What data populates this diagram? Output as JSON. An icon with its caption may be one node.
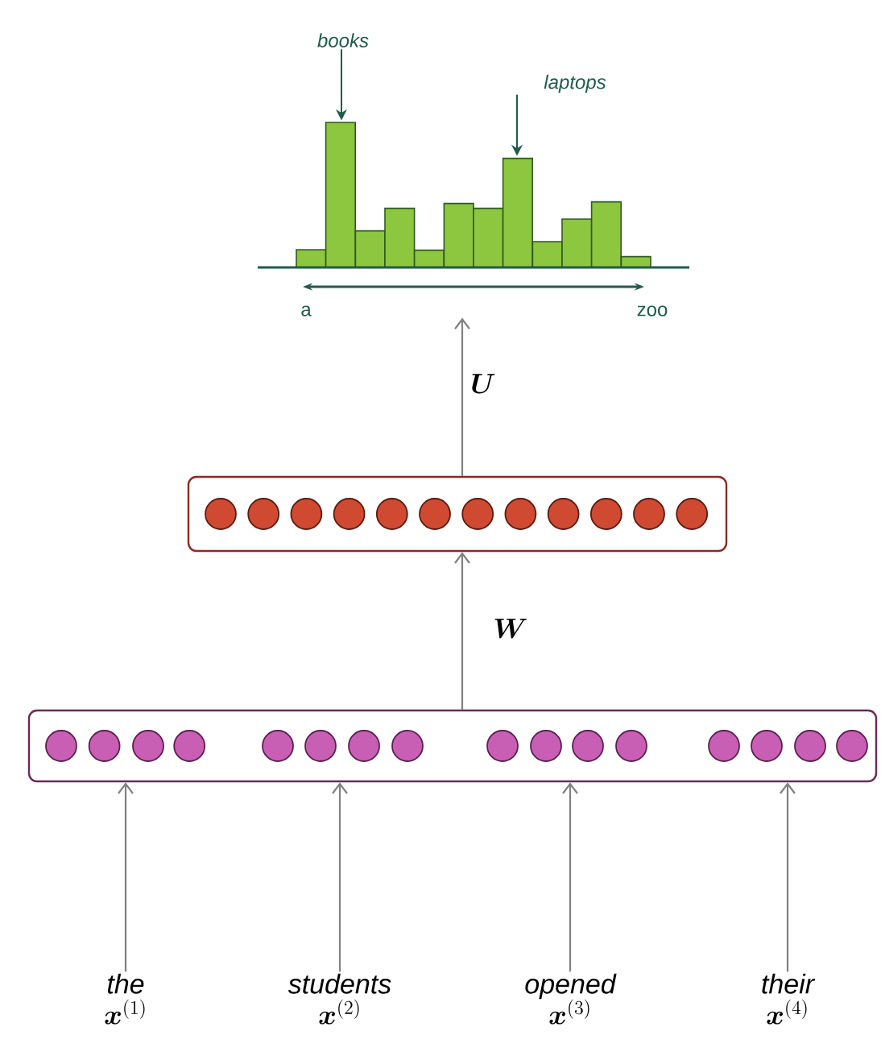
{
  "diagram": {
    "nodes": [
      {
        "text": [],
        "shape": "picture",
        "beside": [
          "a",
          "zoo"
        ]
      },
      {
        "text": [
          "books"
        ]
      },
      {
        "text": [
          "laptops"
        ]
      },
      {
        "text": [],
        "shape": "box"
      },
      {
        "text": [],
        "shape": "box"
      },
      {
        "text": [
          "the",
          "\\boldsymbol{x}^{(1)}"
        ]
      },
      {
        "text": [
          "students",
          "\\boldsymbol{x}^{(2)}"
        ]
      },
      {
        "text": [
          "opened",
          "\\boldsymbol{x}^{(3)}"
        ]
      },
      {
        "text": [
          "their",
          "\\boldsymbol{x}^{(4)}"
        ]
      }
    ],
    "edges": [
      {
        "from": 3,
        "to": 0,
        "arrow": "to",
        "label": "\\boldsymbol{U}"
      },
      {
        "from": 4,
        "to": 3,
        "arrow": "to",
        "label": "\\boldsymbol{W}"
      },
      {
        "from": 5,
        "to": 4,
        "arrow": "to"
      },
      {
        "from": 6,
        "to": 4,
        "arrow": "to"
      },
      {
        "from": 7,
        "to": 4,
        "arrow": "to"
      },
      {
        "from": 8,
        "to": 4,
        "arrow": "to"
      },
      {
        "from": 1,
        "to": 0,
        "arrow": "to",
        "color": "#1f5c4c"
      },
      {
        "from": 2,
        "to": 0,
        "arrow": "to",
        "color": "#1f5c4c"
      }
    ]
  }
}
